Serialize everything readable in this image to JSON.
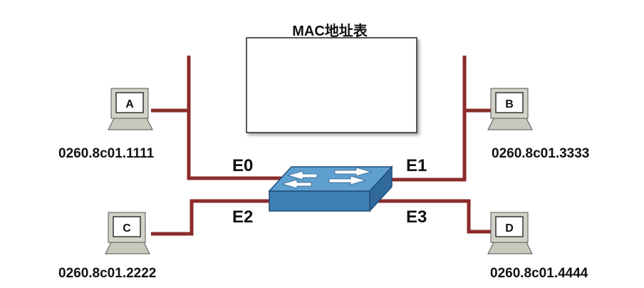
{
  "title": "MAC地址表",
  "hosts": [
    {
      "label": "A",
      "mac": "0260.8c01.1111"
    },
    {
      "label": "B",
      "mac": "0260.8c01.3333"
    },
    {
      "label": "C",
      "mac": "0260.8c01.2222"
    },
    {
      "label": "D",
      "mac": "0260.8c01.4444"
    }
  ],
  "ports": [
    "E0",
    "E1",
    "E2",
    "E3"
  ],
  "colors": {
    "cable": "#8b2b2b",
    "switch_top": "#5e9fd0",
    "switch_side": "#3f7fb3",
    "computer": "#d2d2c8"
  }
}
